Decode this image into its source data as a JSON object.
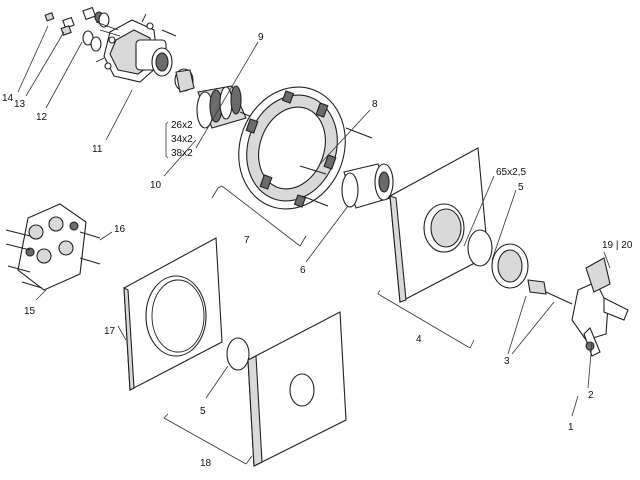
{
  "labels": {
    "p1": "1",
    "p2": "2",
    "p3": "3",
    "p4": "4",
    "p5a": "5",
    "p5b": "5",
    "p6": "6",
    "p7": "7",
    "p8": "8",
    "p9": "9",
    "p10": "10",
    "p11": "11",
    "p12": "12",
    "p13": "13",
    "p14": "14",
    "p15": "15",
    "p16": "16",
    "p17": "17",
    "p18": "18",
    "p19_20": "19 | 20",
    "oring_65": "65x2,5",
    "oring_26": "26x2",
    "oring_34": "34x2",
    "oring_38": "38x2"
  }
}
